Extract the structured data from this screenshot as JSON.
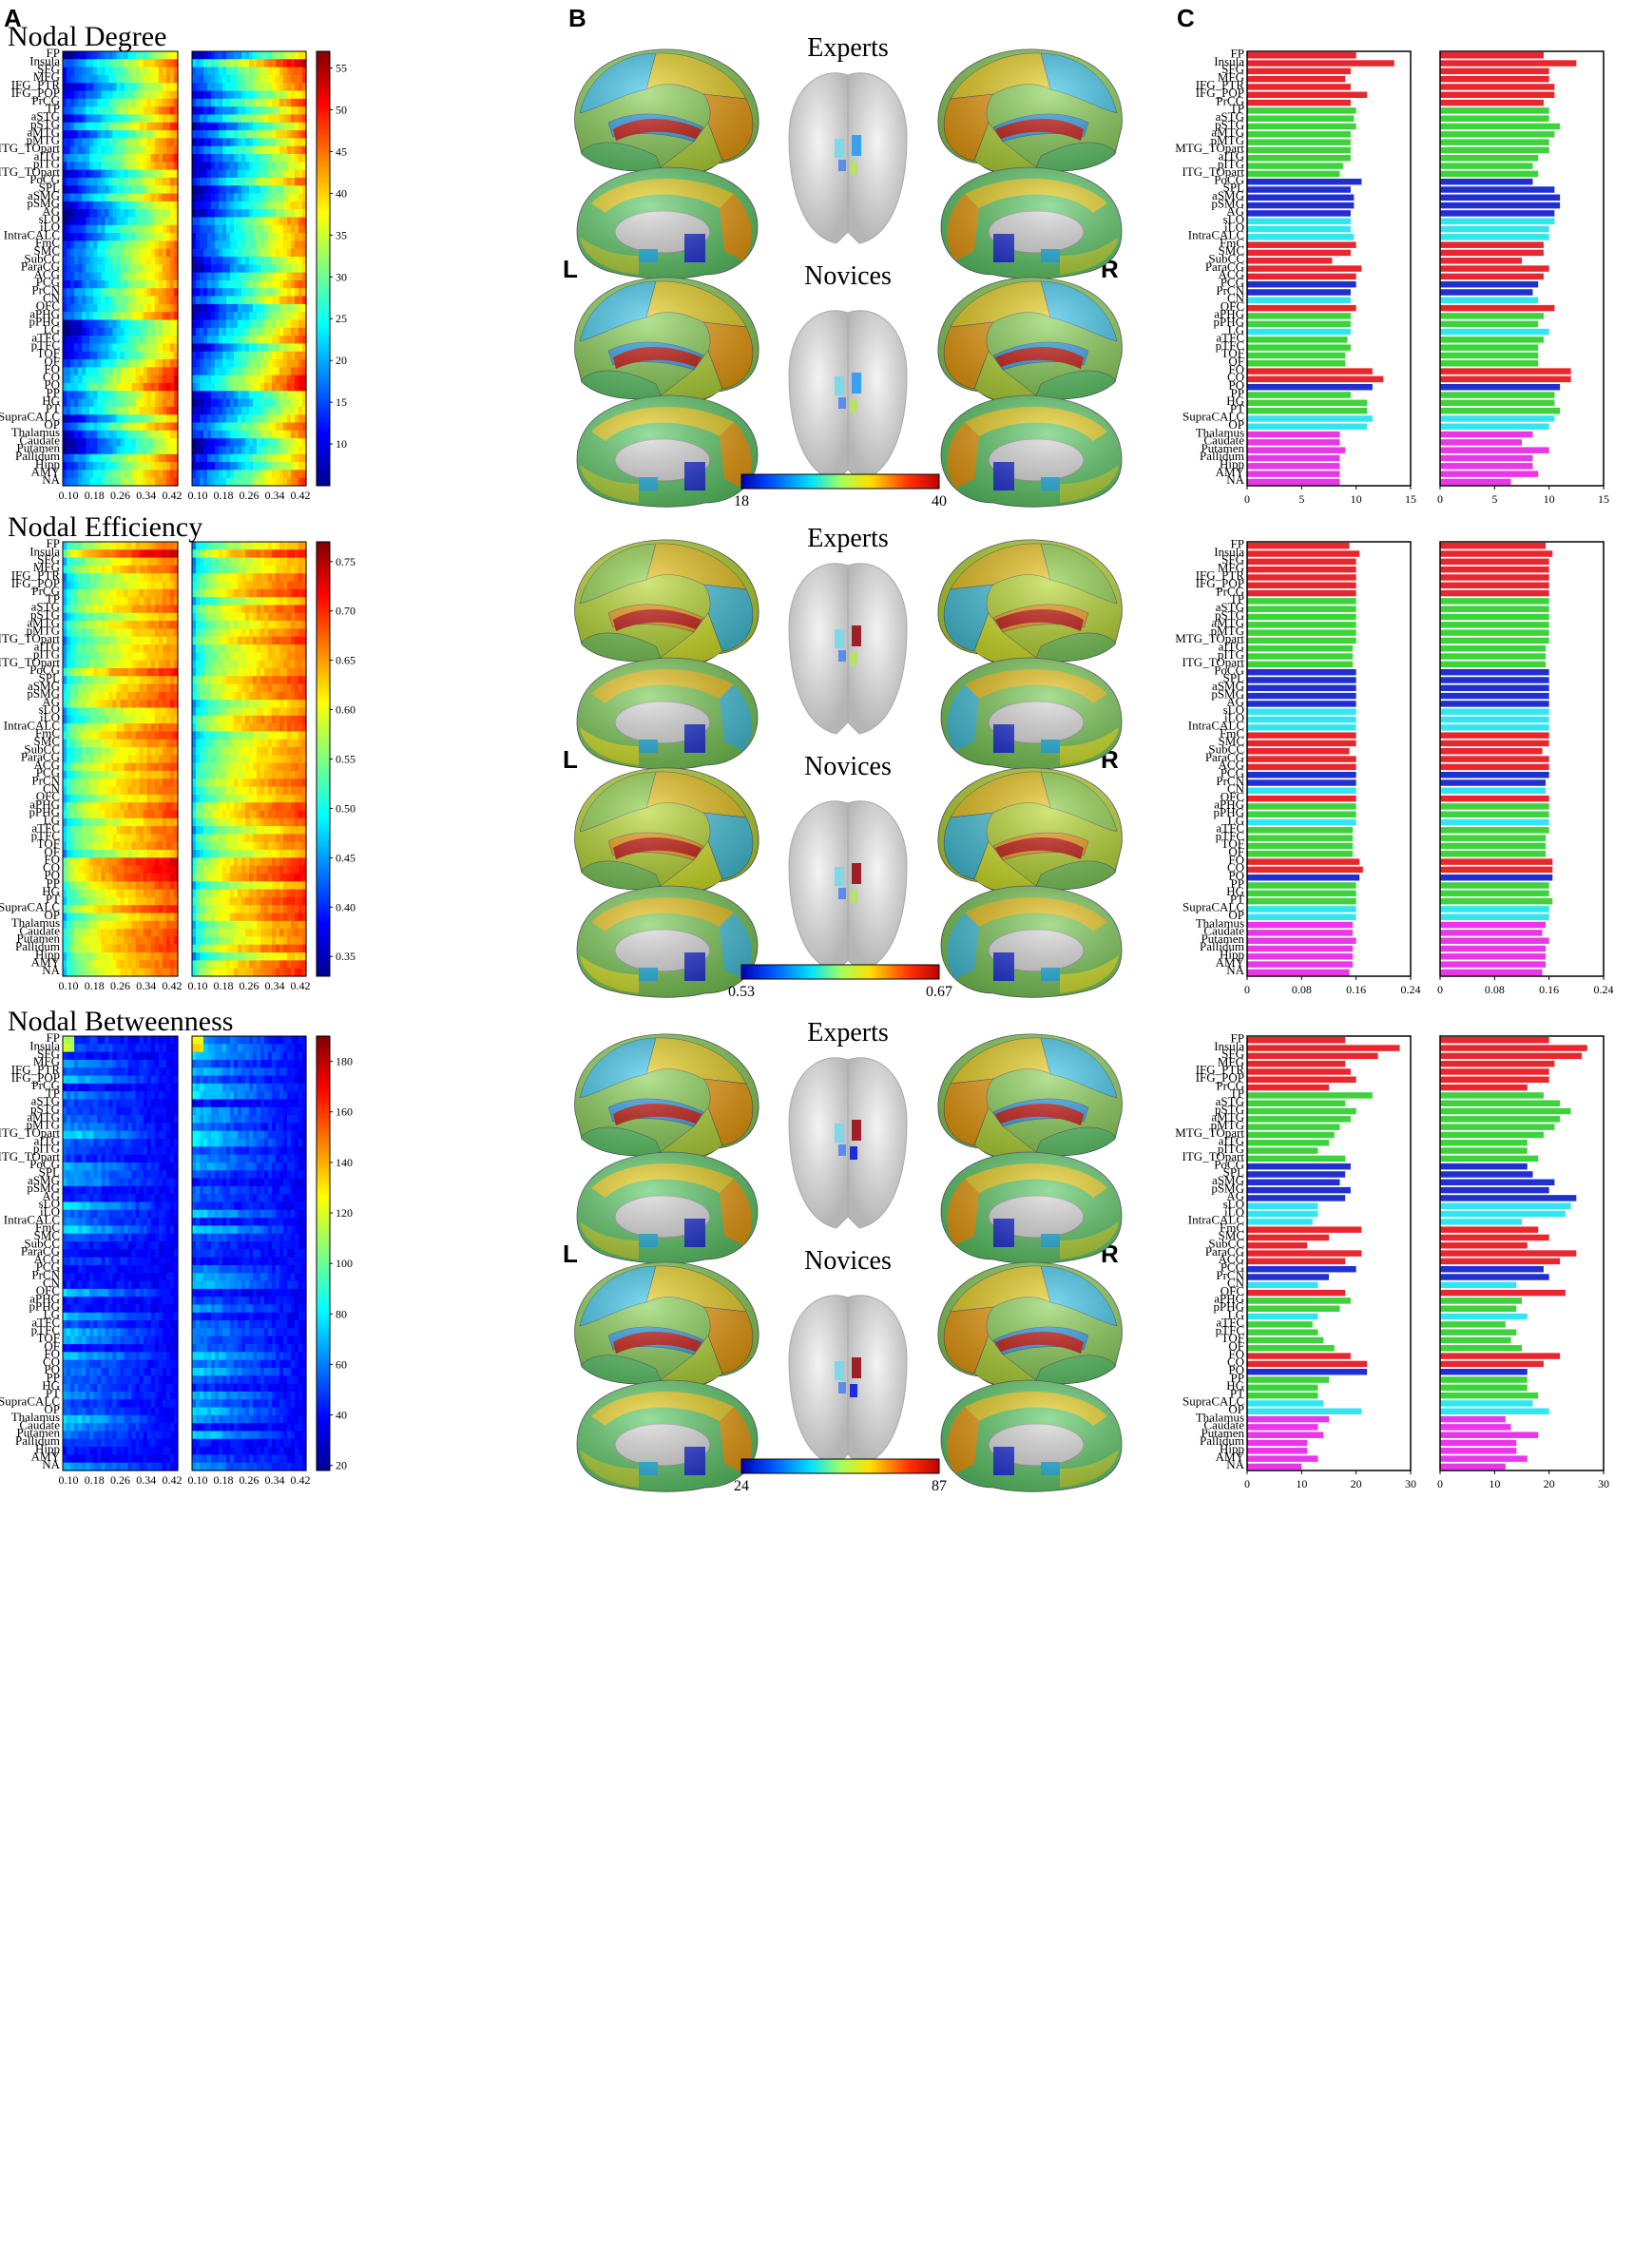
{
  "panel_letters": [
    "A",
    "B",
    "C"
  ],
  "sections": [
    {
      "title": "Nodal Degree",
      "heat_colorbar_ticks": [
        10,
        15,
        20,
        25,
        30,
        35,
        40,
        45,
        50,
        55
      ],
      "heat_range": [
        5,
        57
      ],
      "brain_colorbar": {
        "min": "18",
        "max": "40"
      },
      "bar_axis_ticks": [
        "0",
        "5",
        "10",
        "15"
      ],
      "bar_axis_max": 15
    },
    {
      "title": "Nodal Efficiency",
      "heat_colorbar_ticks": [
        0.35,
        0.4,
        0.45,
        0.5,
        0.55,
        0.6,
        0.65,
        0.7,
        0.75
      ],
      "heat_range": [
        0.33,
        0.77
      ],
      "brain_colorbar": {
        "min": "0.53",
        "max": "0.67"
      },
      "bar_axis_ticks": [
        "0",
        "0.08",
        "0.16",
        "0.24"
      ],
      "bar_axis_max": 0.24
    },
    {
      "title": "Nodal Betweenness",
      "heat_colorbar_ticks": [
        20,
        40,
        60,
        80,
        100,
        120,
        140,
        160,
        180
      ],
      "heat_range": [
        18,
        190
      ],
      "brain_colorbar": {
        "min": "24",
        "max": "87"
      },
      "bar_axis_ticks": [
        "0",
        "10",
        "20",
        "30"
      ],
      "bar_axis_max": 30
    }
  ],
  "heatmap_x_ticks": [
    "0.10",
    "0.18",
    "0.26",
    "0.34",
    "0.42"
  ],
  "group_labels": {
    "experts": "Experts",
    "novices": "Novices"
  },
  "hemisphere_labels": {
    "left": "L",
    "right": "R"
  },
  "roi_labels": [
    "FP",
    "Insula",
    "SFG",
    "MFG",
    "IFG_PTR",
    "IFG_POP",
    "PrCG",
    "TP",
    "aSTG",
    "pSTG",
    "aMTG",
    "pMTG",
    "MTG_TOpart",
    "aITG",
    "pITG",
    "ITG_TOpart",
    "PoCG",
    "SPL",
    "aSMG",
    "pSMG",
    "AG",
    "sLO",
    "iLO",
    "IntraCALC",
    "FmC",
    "SMC",
    "SubCC",
    "ParaCG",
    "ACG",
    "PCG",
    "PrCN",
    "CN",
    "OFC",
    "aPHG",
    "pPHG",
    "LG",
    "aTFC",
    "pTFC",
    "TOF",
    "OF",
    "FO",
    "CO",
    "PO",
    "PP",
    "HG",
    "PT",
    "SupraCALC",
    "OP",
    "Thalamus",
    "Caudate",
    "Putamen",
    "Pallidum",
    "Hipp",
    "AMY",
    "NA"
  ],
  "module_colors": {
    "red": "#e8262d",
    "green": "#3ed23c",
    "blue": "#1f2fd0",
    "cyan": "#32e6f0",
    "magenta": "#ea35ea"
  },
  "roi_module": [
    "red",
    "red",
    "red",
    "red",
    "red",
    "red",
    "red",
    "green",
    "green",
    "green",
    "green",
    "green",
    "green",
    "green",
    "green",
    "green",
    "blue",
    "blue",
    "blue",
    "blue",
    "blue",
    "cyan",
    "cyan",
    "cyan",
    "red",
    "red",
    "red",
    "red",
    "red",
    "blue",
    "blue",
    "cyan",
    "red",
    "green",
    "green",
    "cyan",
    "green",
    "green",
    "green",
    "green",
    "red",
    "red",
    "blue",
    "green",
    "green",
    "green",
    "cyan",
    "cyan",
    "magenta",
    "magenta",
    "magenta",
    "magenta",
    "magenta",
    "magenta",
    "magenta"
  ],
  "chart_data": [
    {
      "type": "bar",
      "title": "Nodal Degree",
      "categories_ref": "roi_labels",
      "series": [
        {
          "values": [
            10,
            13.5,
            9.5,
            9,
            9.5,
            11,
            9.5,
            10,
            9.8,
            10,
            9.5,
            9.5,
            9.5,
            9.5,
            8.8,
            8.5,
            10.5,
            9.5,
            9.8,
            9.8,
            9.5,
            9.5,
            9.5,
            9.8,
            10,
            9.5,
            7.8,
            10.5,
            10,
            10,
            9.5,
            9.5,
            10,
            9.5,
            9.5,
            9.5,
            9.2,
            9.5,
            9,
            9,
            11.5,
            12.5,
            11.5,
            9.5,
            11,
            11,
            11.5,
            11,
            8.5,
            8.5,
            9,
            8.5,
            8.5,
            8.5,
            8.5
          ]
        },
        {
          "values": [
            9.5,
            12.5,
            10,
            10,
            10.5,
            10.5,
            9.5,
            10,
            10,
            11,
            10.5,
            10,
            10,
            9,
            8.5,
            9,
            8.5,
            10.5,
            11,
            11,
            10.5,
            10.5,
            10,
            10,
            9.5,
            9.5,
            7.5,
            10,
            9.5,
            9,
            8.5,
            9,
            10.5,
            9.5,
            9,
            10,
            9.5,
            9,
            9,
            9,
            12,
            12,
            11,
            10.5,
            10.5,
            11,
            10.5,
            10,
            8.5,
            7.5,
            10,
            8.5,
            8.5,
            9,
            6.5
          ]
        }
      ],
      "xlim": [
        0,
        15
      ]
    },
    {
      "type": "bar",
      "title": "Nodal Efficiency",
      "categories_ref": "roi_labels",
      "series": [
        {
          "values": [
            0.15,
            0.165,
            0.16,
            0.16,
            0.16,
            0.16,
            0.16,
            0.16,
            0.16,
            0.16,
            0.16,
            0.16,
            0.16,
            0.155,
            0.155,
            0.155,
            0.16,
            0.16,
            0.16,
            0.16,
            0.16,
            0.16,
            0.16,
            0.16,
            0.16,
            0.16,
            0.15,
            0.16,
            0.16,
            0.16,
            0.16,
            0.16,
            0.16,
            0.16,
            0.16,
            0.16,
            0.155,
            0.155,
            0.155,
            0.155,
            0.165,
            0.17,
            0.165,
            0.16,
            0.16,
            0.16,
            0.16,
            0.16,
            0.155,
            0.155,
            0.16,
            0.155,
            0.155,
            0.155,
            0.15
          ]
        },
        {
          "values": [
            0.155,
            0.165,
            0.16,
            0.16,
            0.16,
            0.16,
            0.16,
            0.16,
            0.16,
            0.16,
            0.16,
            0.16,
            0.16,
            0.155,
            0.155,
            0.155,
            0.16,
            0.16,
            0.16,
            0.16,
            0.16,
            0.16,
            0.16,
            0.16,
            0.16,
            0.16,
            0.15,
            0.16,
            0.16,
            0.16,
            0.155,
            0.155,
            0.16,
            0.16,
            0.16,
            0.16,
            0.16,
            0.155,
            0.155,
            0.155,
            0.165,
            0.165,
            0.165,
            0.16,
            0.16,
            0.165,
            0.16,
            0.16,
            0.155,
            0.15,
            0.16,
            0.155,
            0.155,
            0.155,
            0.15
          ]
        }
      ],
      "xlim": [
        0,
        0.24
      ]
    },
    {
      "type": "bar",
      "title": "Nodal Betweenness",
      "categories_ref": "roi_labels",
      "series": [
        {
          "values": [
            18,
            28,
            24,
            18,
            19,
            20,
            15,
            23,
            18,
            20,
            19,
            17,
            16,
            15,
            13,
            18,
            19,
            18,
            17,
            19,
            18,
            13,
            13,
            12,
            21,
            15,
            11,
            21,
            18,
            20,
            15,
            13,
            18,
            19,
            17,
            13,
            12,
            13,
            14,
            16,
            19,
            22,
            22,
            15,
            13,
            13,
            14,
            21,
            15,
            13,
            14,
            11,
            11,
            13,
            10
          ]
        },
        {
          "values": [
            20,
            27,
            26,
            21,
            20,
            20,
            16,
            19,
            22,
            24,
            22,
            21,
            19,
            16,
            16,
            18,
            16,
            17,
            21,
            20,
            25,
            24,
            23,
            15,
            18,
            20,
            16,
            25,
            22,
            19,
            20,
            14,
            23,
            15,
            14,
            16,
            12,
            14,
            13,
            15,
            22,
            19,
            16,
            16,
            16,
            18,
            17,
            20,
            12,
            13,
            18,
            14,
            14,
            16,
            12
          ]
        }
      ],
      "xlim": [
        0,
        30
      ]
    }
  ]
}
